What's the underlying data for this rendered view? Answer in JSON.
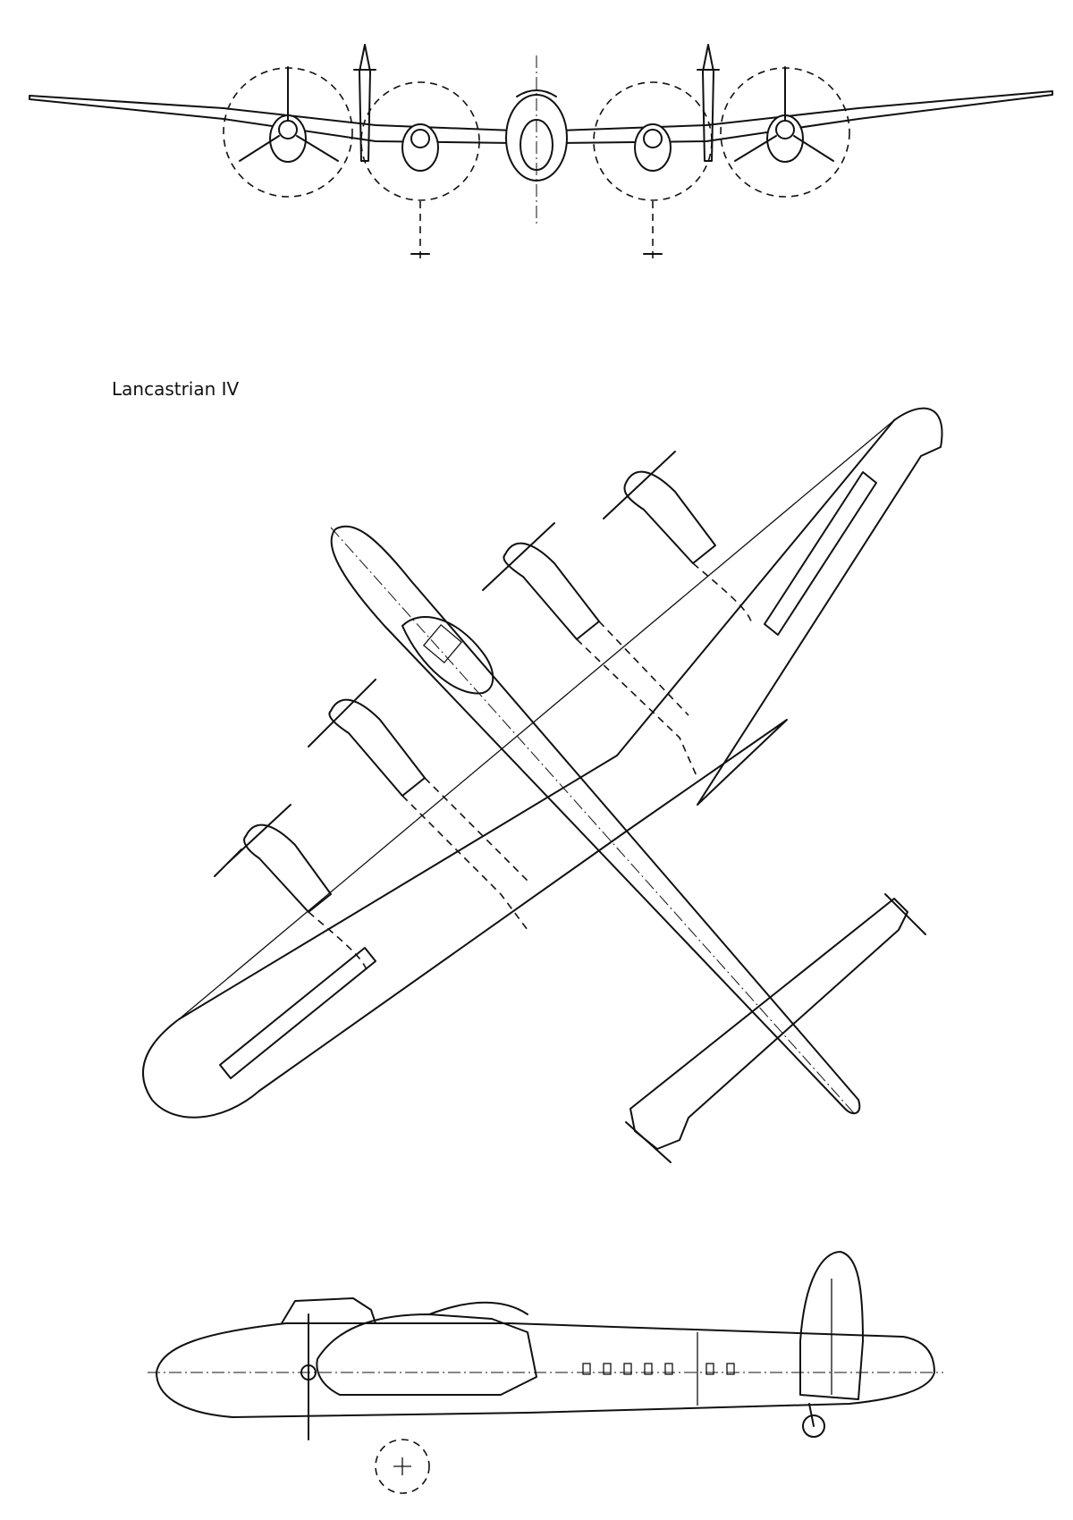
{
  "drawing": {
    "title": "Lancastrian IV",
    "views": [
      "front-view",
      "plan-view",
      "side-view"
    ]
  }
}
